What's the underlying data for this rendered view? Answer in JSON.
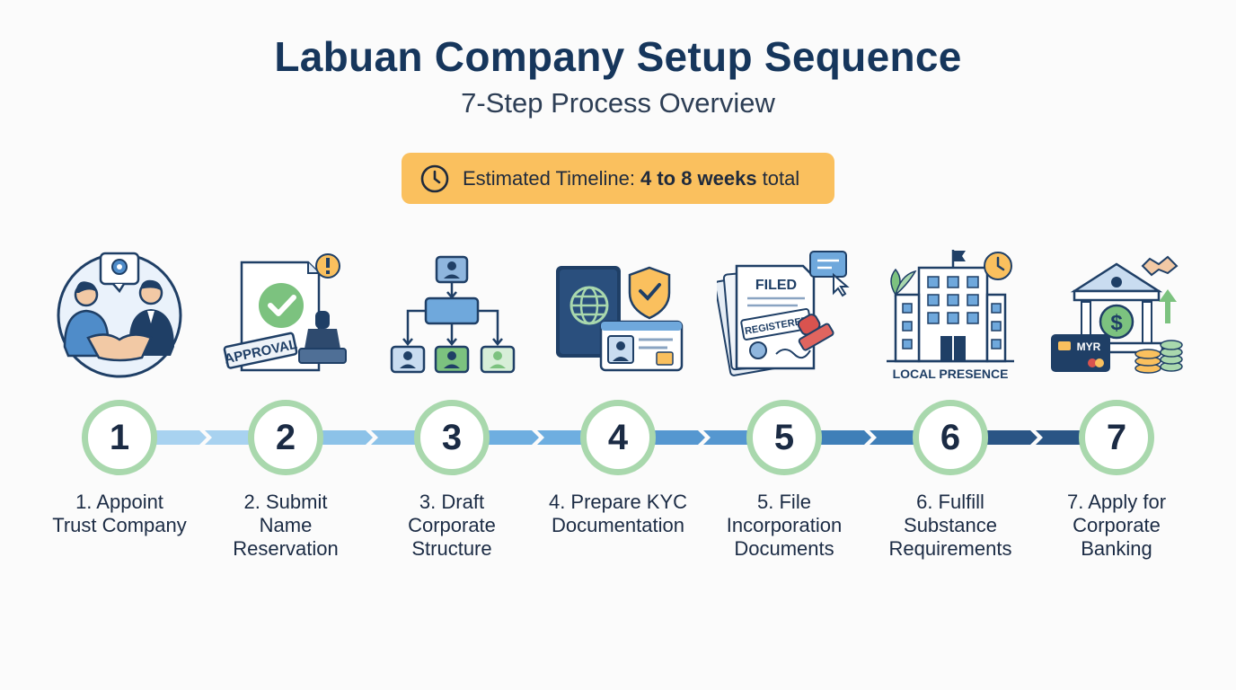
{
  "header": {
    "title": "Labuan Company Setup Sequence",
    "subtitle": "7-Step Process Overview"
  },
  "timeline": {
    "prefix": "Estimated Timeline:",
    "duration": "4 to 8 weeks",
    "suffix": "total"
  },
  "colors": {
    "circle_ring": "#a9d8ad",
    "banner": "#fac05e",
    "connector_start": "#a8d2f0",
    "connector_end": "#1f3f66"
  },
  "steps": [
    {
      "number": "1",
      "line1": "1. Appoint",
      "line2": "Trust Company",
      "line3": "",
      "icon": "handshake-icon"
    },
    {
      "number": "2",
      "line1": "2. Submit",
      "line2": "Name",
      "line3": "Reservation",
      "icon": "approval-stamp-icon",
      "stamp_text": "APPROVAL"
    },
    {
      "number": "3",
      "line1": "3. Draft",
      "line2": "Corporate",
      "line3": "Structure",
      "icon": "org-chart-icon"
    },
    {
      "number": "4",
      "line1": "4. Prepare KYC",
      "line2": "Documentation",
      "line3": "",
      "icon": "passport-id-icon"
    },
    {
      "number": "5",
      "line1": "5. File",
      "line2": "Incorporation",
      "line3": "Documents",
      "icon": "filed-documents-icon",
      "doc_text": "FILED",
      "stamp_text": "REGISTERED"
    },
    {
      "number": "6",
      "line1": "6. Fulfill",
      "line2": "Substance",
      "line3": "Requirements",
      "icon": "office-building-icon",
      "caption": "LOCAL PRESENCE"
    },
    {
      "number": "7",
      "line1": "7. Apply for",
      "line2": "Corporate",
      "line3": "Banking",
      "icon": "bank-icon",
      "card_text": "MYR"
    }
  ]
}
